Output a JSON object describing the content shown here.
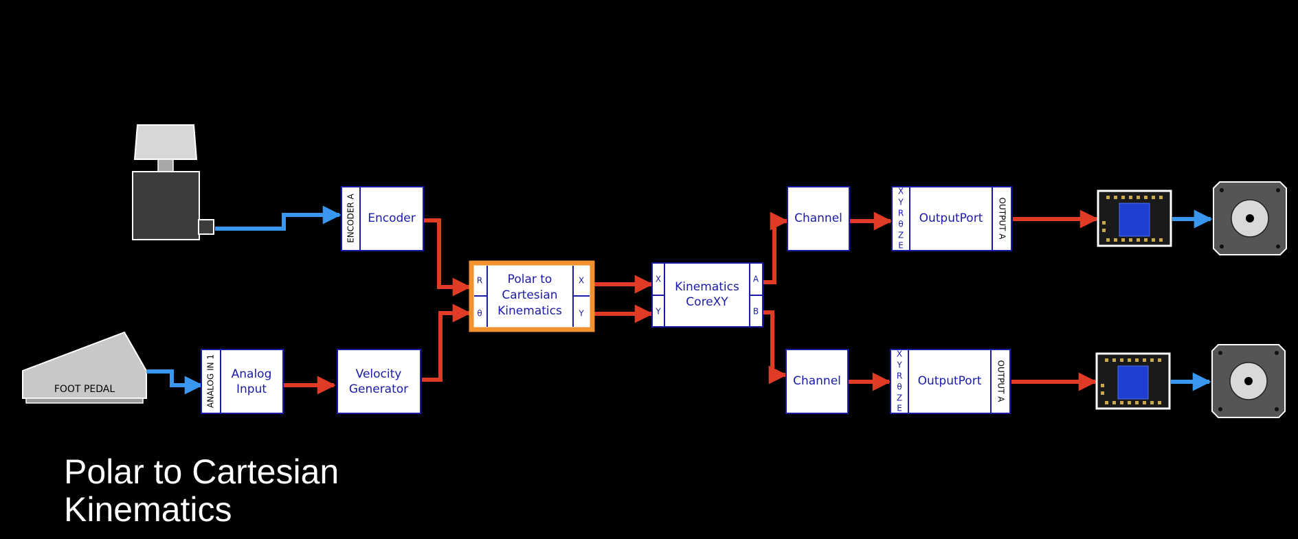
{
  "title": [
    "Polar to Cartesian",
    "Kinematics"
  ],
  "colors": {
    "background": "#000000",
    "block_stroke": "#1a1aa8",
    "highlight": "#f0922f",
    "signal_red": "#e03b24",
    "signal_blue": "#3a97f0"
  },
  "devices": {
    "foot_pedal_label": "FOOT PEDAL"
  },
  "blocks": {
    "encoder": {
      "side_label": "ENCODER A",
      "label": "Encoder"
    },
    "analog_input": {
      "side_label": "ANALOG IN 1",
      "line1": "Analog",
      "line2": "Input"
    },
    "velocity_generator": {
      "line1": "Velocity",
      "line2": "Generator"
    },
    "polar_to_cartesian": {
      "line1": "Polar to",
      "line2": "Cartesian",
      "line3": "Kinematics",
      "in_r": "R",
      "in_theta": "θ",
      "out_x": "X",
      "out_y": "Y"
    },
    "kinematics_corexy": {
      "line1": "Kinematics",
      "line2": "CoreXY",
      "in_x": "X",
      "in_y": "Y",
      "out_a": "A",
      "out_b": "B"
    },
    "channel_top": {
      "label": "Channel"
    },
    "channel_bottom": {
      "label": "Channel"
    },
    "outputport_top": {
      "label": "OutputPort",
      "ports": [
        "X",
        "Y",
        "R",
        "θ",
        "Z",
        "E"
      ],
      "side_label": "OUTPUT A"
    },
    "outputport_bottom": {
      "label": "OutputPort",
      "ports": [
        "X",
        "Y",
        "R",
        "θ",
        "Z",
        "E"
      ],
      "side_label": "OUTPUT A"
    }
  }
}
